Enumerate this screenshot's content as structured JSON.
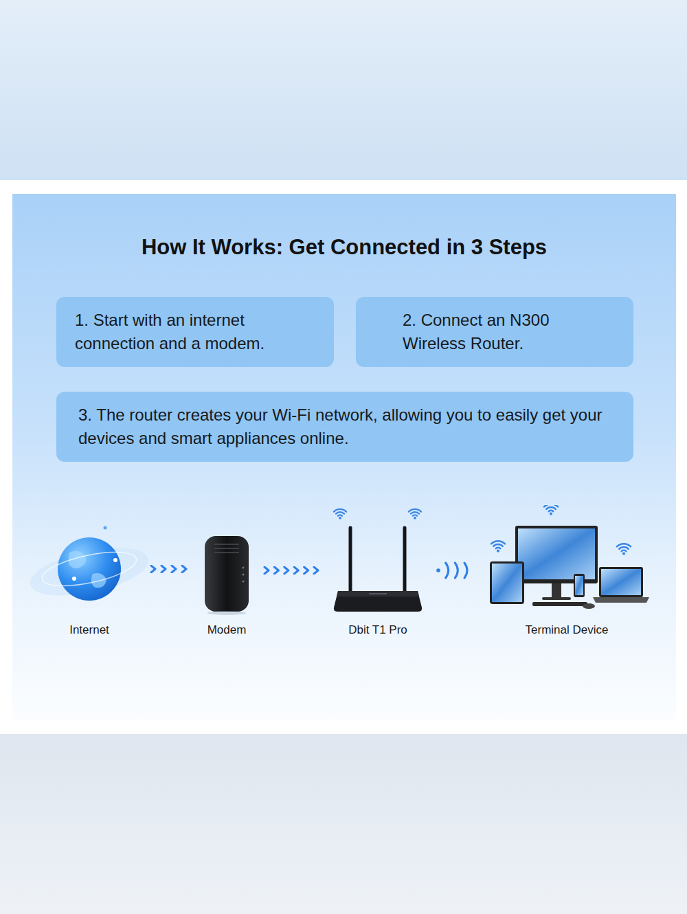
{
  "diagram": {
    "title": "How It Works: Get Connected in 3 Steps",
    "nodes": [
      {
        "text": [
          "1. Start with an internet connection and a modem."
        ]
      },
      {
        "text": [
          "2. Connect an N300 Wireless Router."
        ]
      },
      {
        "text": [
          "3. The router creates your Wi-Fi network, allowing you to easily get your devices and smart appliances online."
        ]
      },
      {
        "text": [
          "Internet"
        ]
      },
      {
        "text": [
          "Modem"
        ]
      },
      {
        "text": [
          "Dbit T1 Pro"
        ]
      },
      {
        "text": [
          "Terminal Device"
        ]
      }
    ],
    "edges": [
      {
        "from": 3,
        "to": 4,
        "arrow": "to"
      },
      {
        "from": 4,
        "to": 5,
        "arrow": "to"
      },
      {
        "from": 5,
        "to": 6,
        "arrow": "to"
      }
    ]
  }
}
